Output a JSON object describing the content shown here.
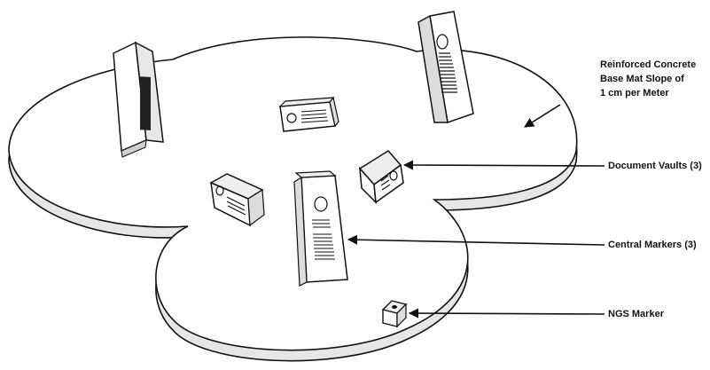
{
  "labels": {
    "base_mat": [
      "Reinforced Concrete",
      "Base Mat Slope of",
      "1 cm per Meter"
    ],
    "document_vaults": "Document Vaults (3)",
    "central_markers": "Central Markers (3)",
    "ngs_marker": "NGS Marker"
  },
  "colors": {
    "ink": "#111111",
    "paper": "#ffffff",
    "shade": "#d8d8d8"
  }
}
